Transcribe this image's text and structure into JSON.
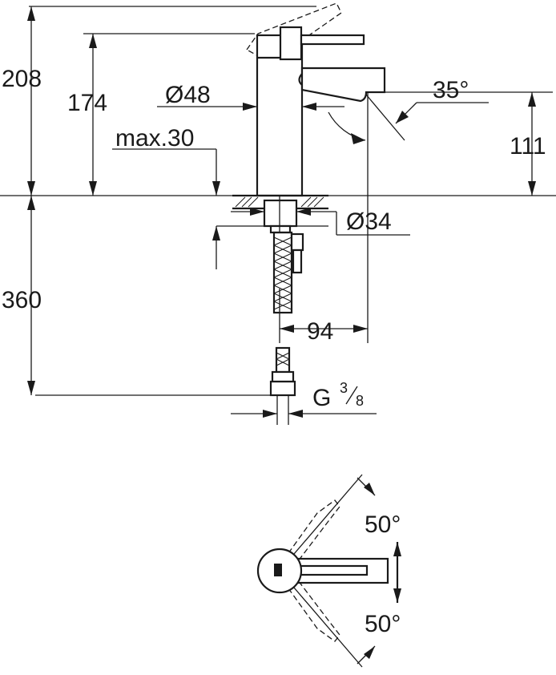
{
  "dimensions": {
    "total_height": "208",
    "body_height": "174",
    "body_diameter": "Ø48",
    "spout_angle": "35°",
    "spout_height": "111",
    "max_thickness": "max.30",
    "hole_diameter": "Ø34",
    "hose_length": "360",
    "spout_reach": "94",
    "thread_letter": "G",
    "thread_num": "3",
    "thread_den": "8"
  },
  "top_view": {
    "rotation_left": "50°",
    "rotation_right": "50°"
  }
}
